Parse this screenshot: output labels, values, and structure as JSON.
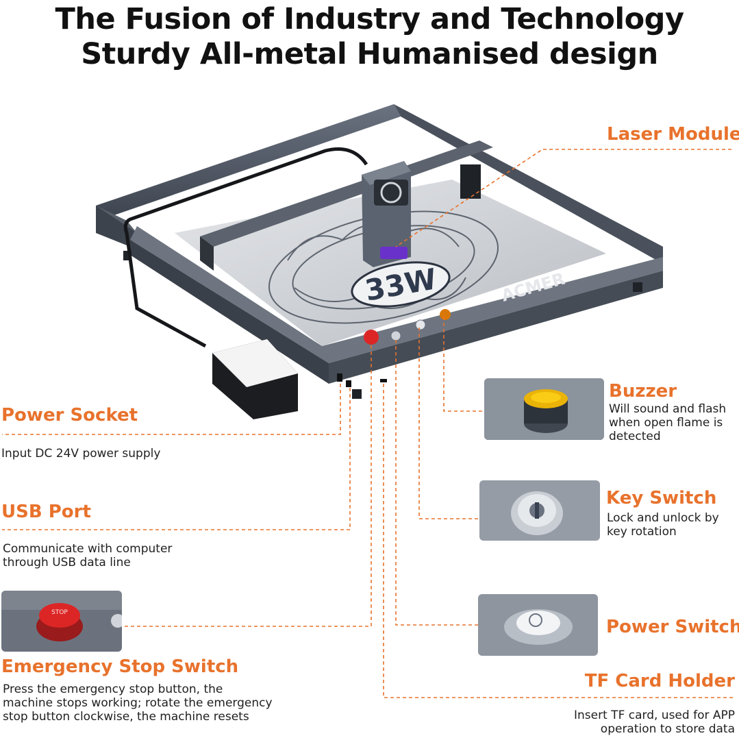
{
  "header": {
    "line1": "The Fusion of Industry and Technology",
    "line2": "Sturdy All-metal Humanised design"
  },
  "product": {
    "brand": "ACMER",
    "power": "33W"
  },
  "callouts": {
    "laser_module": {
      "title": "Laser Module"
    },
    "buzzer": {
      "title": "Buzzer",
      "desc": [
        "Will sound and flash",
        "when open flame is",
        "detected"
      ]
    },
    "key_switch": {
      "title": "Key Switch",
      "desc": [
        "Lock and unlock by",
        "key rotation"
      ]
    },
    "power_switch": {
      "title": "Power Switch"
    },
    "tf_card": {
      "title": "TF Card Holder",
      "desc": [
        "Insert TF card, used for APP",
        "operation to store data"
      ]
    },
    "power_socket": {
      "title": "Power Socket",
      "desc": [
        "Input DC 24V power supply"
      ]
    },
    "usb_port": {
      "title": "USB Port",
      "desc": [
        "Communicate with computer",
        "through USB data line"
      ]
    },
    "emergency_stop": {
      "title": "Emergency Stop Switch",
      "desc": [
        "Press the emergency stop button, the",
        "machine stops working; rotate the emergency",
        "stop button clockwise, the machine resets"
      ],
      "button_text": "STOP"
    }
  },
  "colors": {
    "accent": "#e8722c",
    "frame": "#4b5563",
    "bed": "#c9ccd1"
  }
}
